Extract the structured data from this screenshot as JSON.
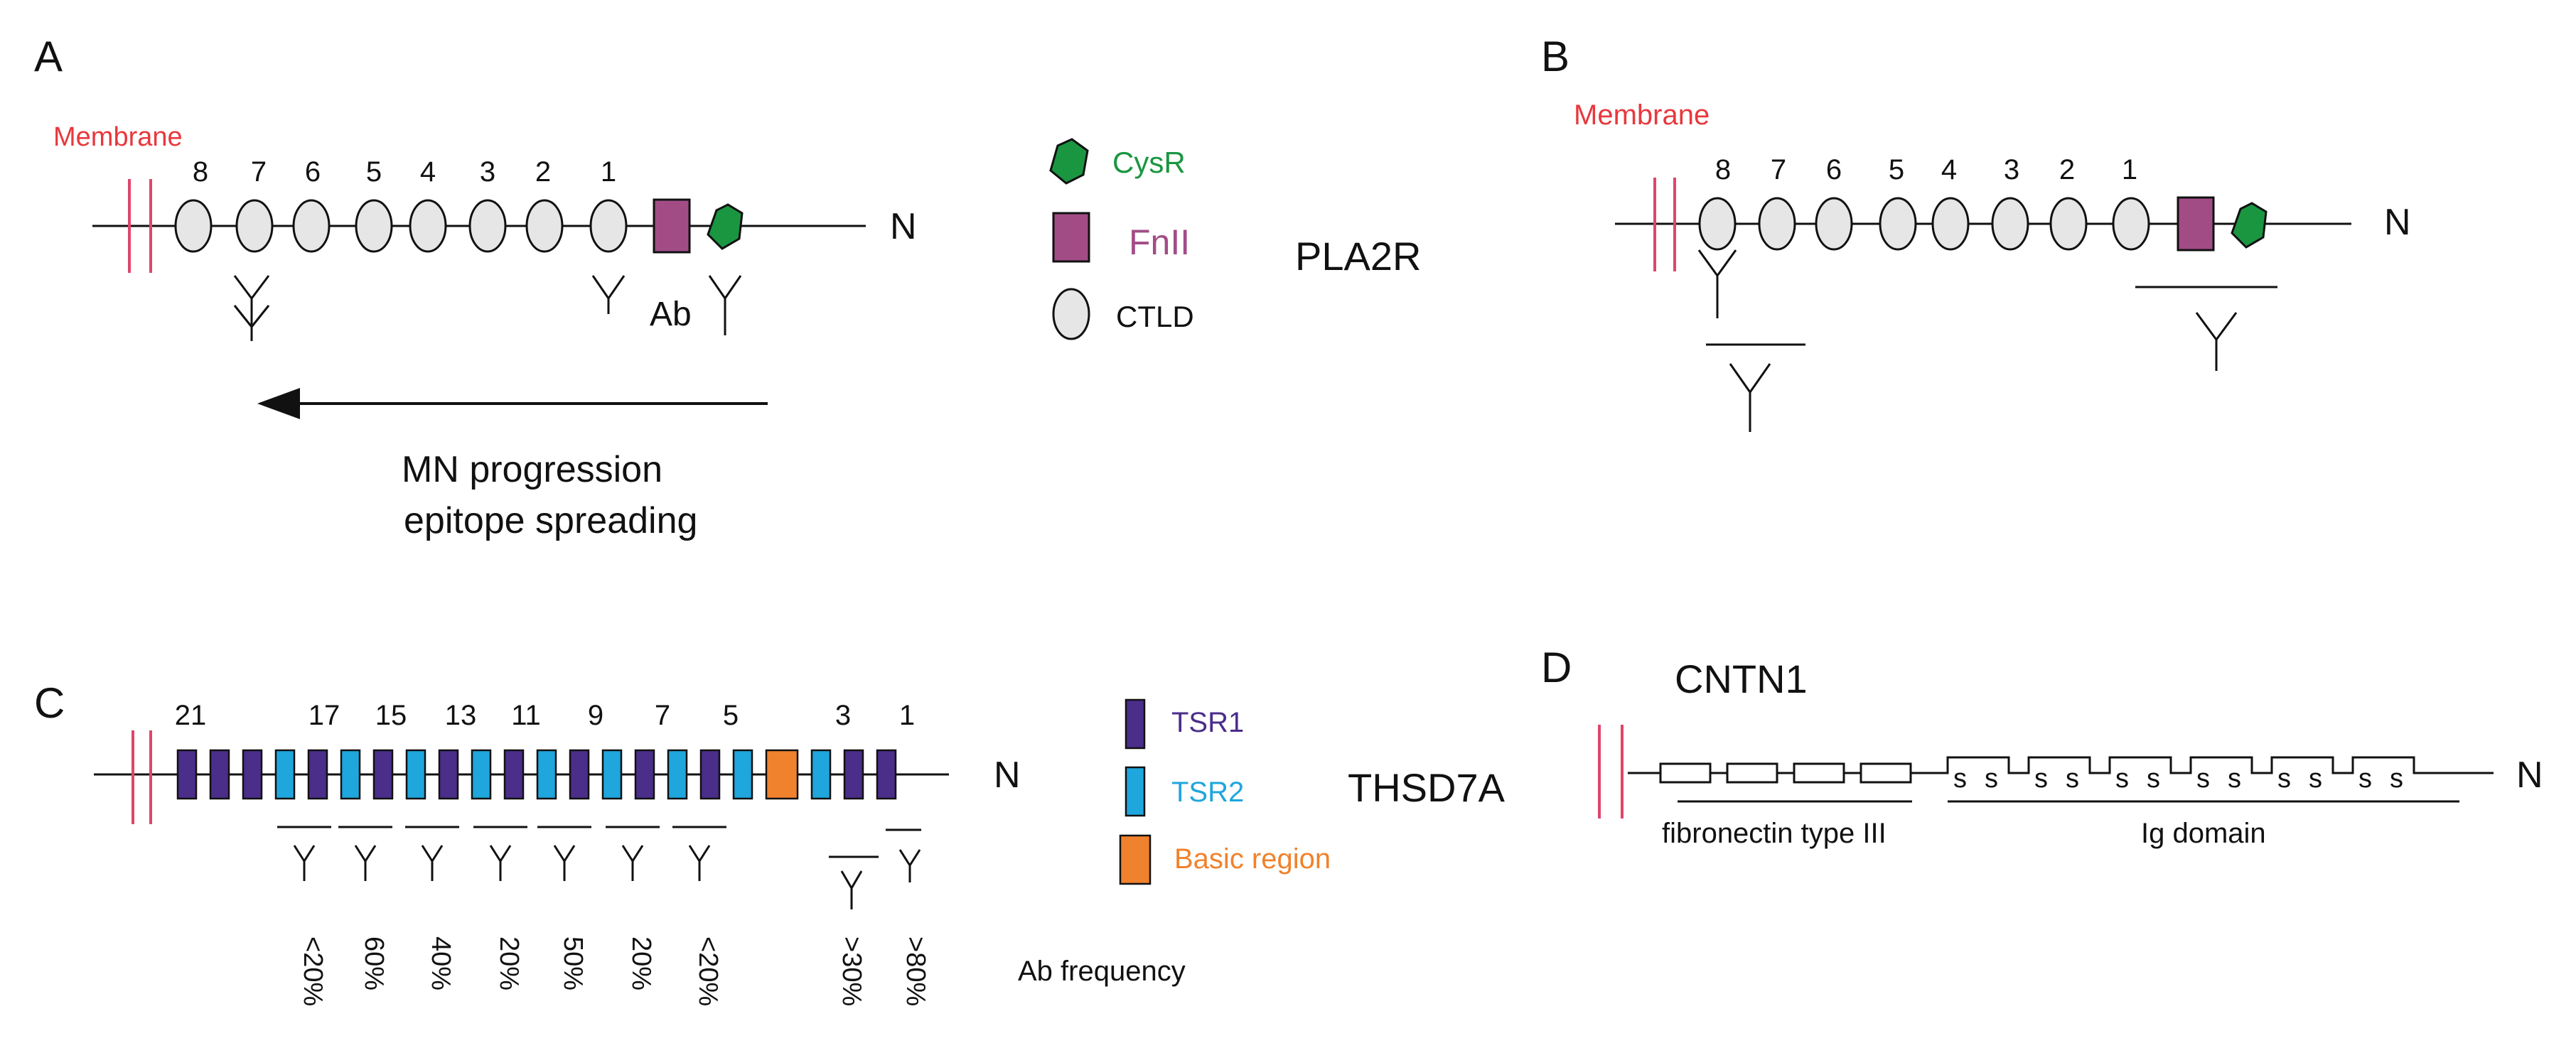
{
  "colors": {
    "membrane": "#e0456a",
    "cysr": "#1a9641",
    "fn2": "#a24c86",
    "ctld": "#e6e6e6",
    "tsr1": "#4b2d8a",
    "tsr2": "#1fa6dc",
    "basic": "#f0822d",
    "label_red": "#e8383d"
  },
  "panelA": {
    "letter": "A",
    "membrane": "Membrane",
    "domain_numbers": [
      "8",
      "7",
      "6",
      "5",
      "4",
      "3",
      "2",
      "1"
    ],
    "ab_label": "Ab",
    "terminus": "N",
    "arrow_text_line1": "MN progression",
    "arrow_text_line2": "epitope spreading",
    "protein": "PLA2R",
    "legend": [
      {
        "label": "CysR",
        "icon": "cysr-pentagon-icon"
      },
      {
        "label": "FnII",
        "icon": "fnii-square-icon"
      },
      {
        "label": "CTLD",
        "icon": "ctld-ellipse-icon"
      }
    ]
  },
  "panelB": {
    "letter": "B",
    "membrane": "Membrane",
    "domain_numbers": [
      "8",
      "7",
      "6",
      "5",
      "4",
      "3",
      "2",
      "1"
    ],
    "terminus": "N"
  },
  "panelC": {
    "letter": "C",
    "domain_numbers": [
      "21",
      "17",
      "15",
      "13",
      "11",
      "9",
      "7",
      "5",
      "3",
      "1"
    ],
    "terminus": "N",
    "protein": "THSD7A",
    "frequencies": [
      "<20%",
      "60%",
      "40%",
      "20%",
      "50%",
      "20%",
      "<20%",
      ">30%",
      ">80%"
    ],
    "freq_title": "Ab frequency",
    "legend": [
      {
        "label": "TSR1",
        "icon": "tsr1-box-icon"
      },
      {
        "label": "TSR2",
        "icon": "tsr2-box-icon"
      },
      {
        "label": "Basic region",
        "icon": "basic-region-box-icon"
      }
    ]
  },
  "panelD": {
    "letter": "D",
    "protein": "CNTN1",
    "fibronectin_label": "fibronectin type III",
    "ig_label": "Ig domain",
    "terminus": "N",
    "disulfide_letter": "s"
  }
}
